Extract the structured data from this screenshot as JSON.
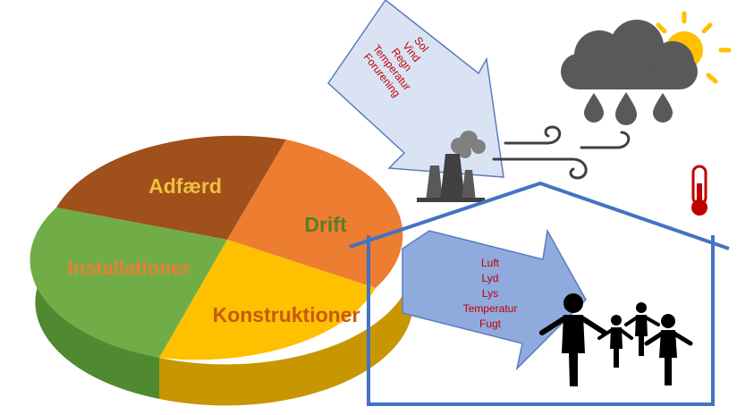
{
  "pie": {
    "segments": [
      {
        "label": "Adfærd",
        "color": "#a0501a",
        "label_color": "#f0c040"
      },
      {
        "label": "Drift",
        "color": "#ed7d31",
        "label_color": "#5a7d28"
      },
      {
        "label": "Konstruktioner",
        "color": "#ffc000",
        "label_color": "#c55a11"
      },
      {
        "label": "Installationer",
        "color": "#70ad47",
        "label_color": "#ed7d31"
      }
    ]
  },
  "outdoor_factors": [
    "Sol",
    "Vind",
    "Regn",
    "Temperatur",
    "Forurening"
  ],
  "indoor_factors": [
    "Luft",
    "Lyd",
    "Lys",
    "Temperatur",
    "Fugt"
  ],
  "colors": {
    "factor_text": "#c00000",
    "outdoor_arrow_fill": "#dae3f3",
    "indoor_arrow_fill": "#8faadc",
    "house_outline": "#4472c4",
    "cloud": "#595959",
    "sun": "#ffc000",
    "thermometer": "#c00000"
  },
  "icons": [
    "cloud-icon",
    "sun-icon",
    "raindrop-icon",
    "factory-icon",
    "wind-icon",
    "thermometer-icon",
    "people-icon"
  ]
}
